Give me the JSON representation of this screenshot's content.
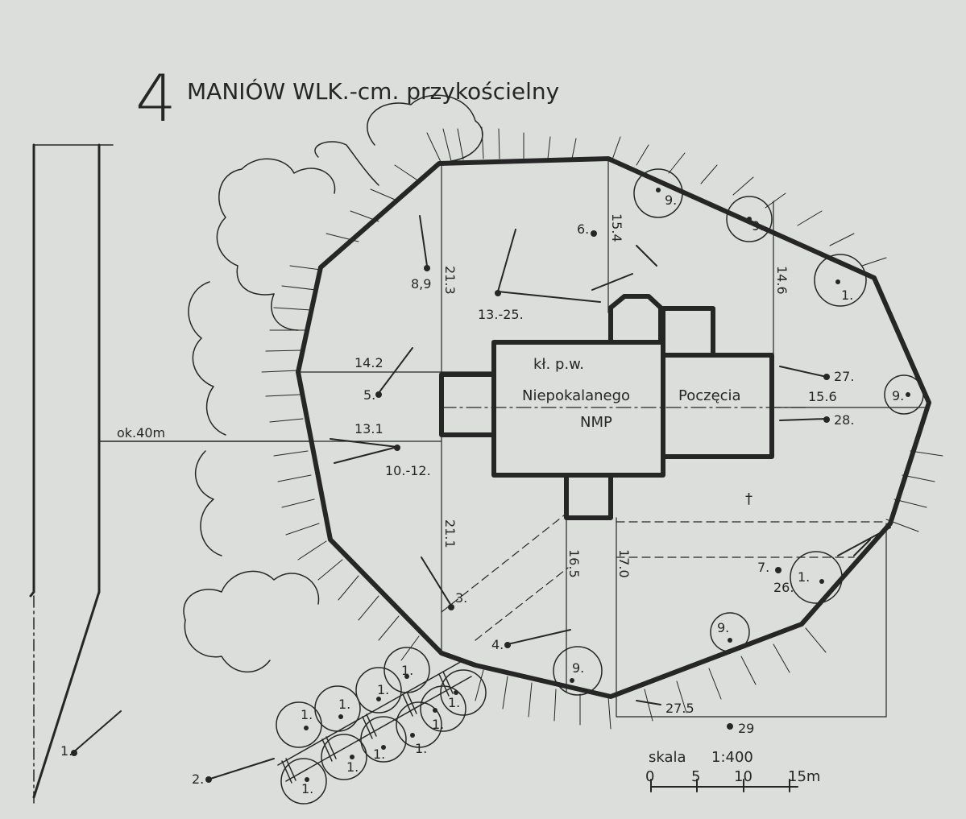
{
  "plate_number": "4",
  "title": "MANIÓW WLK.-cm. przykościelny",
  "church": {
    "line1": "kł. p.w.",
    "line2": "Niepokalanego",
    "line3": "Poczęcia",
    "line4": "NMP"
  },
  "dimensions": {
    "d_14_2": "14.2",
    "d_13_1": "13.1",
    "d_21_3": "21.3",
    "d_21_1": "21.1",
    "d_15_4": "15.4",
    "d_14_6": "14.6",
    "d_15_6": "15.6",
    "d_16_5": "16.5",
    "d_17_0": "17.0",
    "d_27_5": "27.5",
    "d_29": "29",
    "d_40": "ok.40m"
  },
  "markers": {
    "m_1_left": "1.",
    "m_2": "2.",
    "m_3": "3.",
    "m_4": "4.",
    "m_5": "5.",
    "m_6": "6.",
    "m_7": "7.",
    "m_8_9": "8,9",
    "m_10_12": "10.-12.",
    "m_13_25": "13.-25.",
    "m_26_1": "26.",
    "m_27": "27.",
    "m_28": "28.",
    "tree_9": "9.",
    "tree_1": "1.",
    "cross": "†"
  },
  "scale": {
    "label": "skala",
    "ratio": "1:400",
    "t0": "0",
    "t5": "5",
    "t10": "10",
    "t15": "15m"
  }
}
